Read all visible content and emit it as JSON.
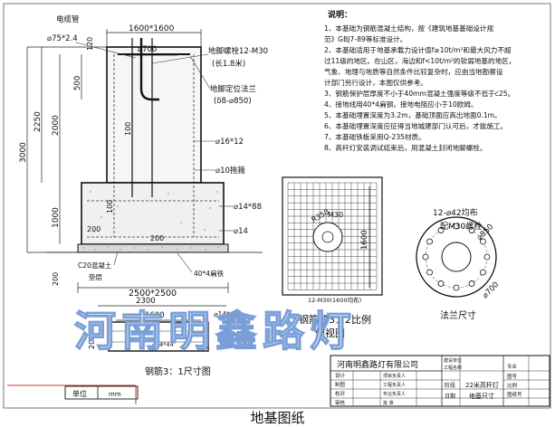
{
  "caption": "地基图纸",
  "elevation": {
    "conduit_label": "电缆管",
    "conduit_size": "⌀75*2.4",
    "top_width": "1600*1600",
    "top_small": "120",
    "bolt_circle": "⌀700",
    "anchor_bolt": "地脚螺栓12-M30",
    "bolt_length": "(长1.8米)",
    "flange": "地脚定位法兰",
    "flange_spec": "(δ8-⌀850)",
    "dim_500": "500",
    "dim_2250": "2250",
    "dim_2000": "2000",
    "dim_3000": "3000",
    "dim_1000": "1000",
    "dim_100a": "100",
    "dim_100b": "100",
    "dim_200a": "200",
    "dim_200b": "200",
    "dim_200c": "200",
    "rebar_v": "⌀16*12",
    "hoop": "⌀10拖箍",
    "rebar_h": "⌀14*88",
    "rebar_14": "⌀14",
    "base_concrete": "C20混凝土",
    "base_layer": "垫层",
    "grid_label": "40*4扁铁",
    "base_width": "2500*2500"
  },
  "plan_view": {
    "title": "钢筋笼3：2比例",
    "subtitle": "俯视图",
    "r350": "R350",
    "m30": "M30",
    "dim_1600": "1600",
    "bottom_label": "12-M30(1600均布)"
  },
  "flange": {
    "holes": "12-⌀42均布",
    "bolts": "配M30螺栓",
    "outer": "⌀850",
    "inner": "⌀700",
    "title": "法兰尺寸"
  },
  "rebar_detail": {
    "dim_2300": "2300",
    "dim_1600": "1600",
    "dim_200": "200",
    "rebar_a": "⌀14*44",
    "rebar_b": "⌀14*44",
    "rebar_c": "⌀14*44",
    "title": "钢筋3：1尺寸图"
  },
  "notes": {
    "heading": "说明：",
    "lines": [
      "1、本基础为钢筋混凝土结构，按《建筑地基基础设计规",
      "范》GBJ7-89等标准设计。",
      "2、本基础适用于地基承载力设计值f≥10t/m²和最大风力不超",
      "过11级的地区。在山区，海边和f<10t/m²的软弱地基的地区，",
      "气象、地理与地质等自然条件比较复杂时，应由当地勘察设",
      "计部门另行设计，本图仅供参考。",
      "3、钢筋保护层厚度不小于40mm混凝土强度等级不低于c25。",
      "4、接地线用40*4扁钢，接地电阻应小于10欧姆。",
      "5、本基础埋置深度为3.2m，基础顶面应高出地面0.1m。",
      "6、本基础埋置深度应征得当地城建部门认可后，才能施工。",
      "7、本基础铁板采用Q-235材质。",
      "8、高杆灯安装调试结束后，用混凝土封闭地脚螺栓。"
    ]
  },
  "title_block": {
    "company": "河南明鑫路灯有限公司",
    "project": "22米高杆灯",
    "subject": "地基尺寸",
    "left_rows": [
      "设计",
      "制图",
      "校对",
      "审核"
    ],
    "mid_rows": [
      "项目负责人",
      "工程负责人",
      "专业负责人",
      "批 准"
    ],
    "phase_label": "阶段",
    "date_label": "日期",
    "right_rows": [
      "专业",
      "图号",
      "比例",
      "图纸号"
    ],
    "top_right": [
      "建设单位",
      "工程名称"
    ]
  },
  "unit_block": {
    "label": "单位",
    "value": "mm"
  },
  "watermark": "河南明鑫路灯",
  "colors": {
    "frame_red": "#c0392b",
    "watermark_blue": "#7a9fd8",
    "line": "#111111"
  }
}
